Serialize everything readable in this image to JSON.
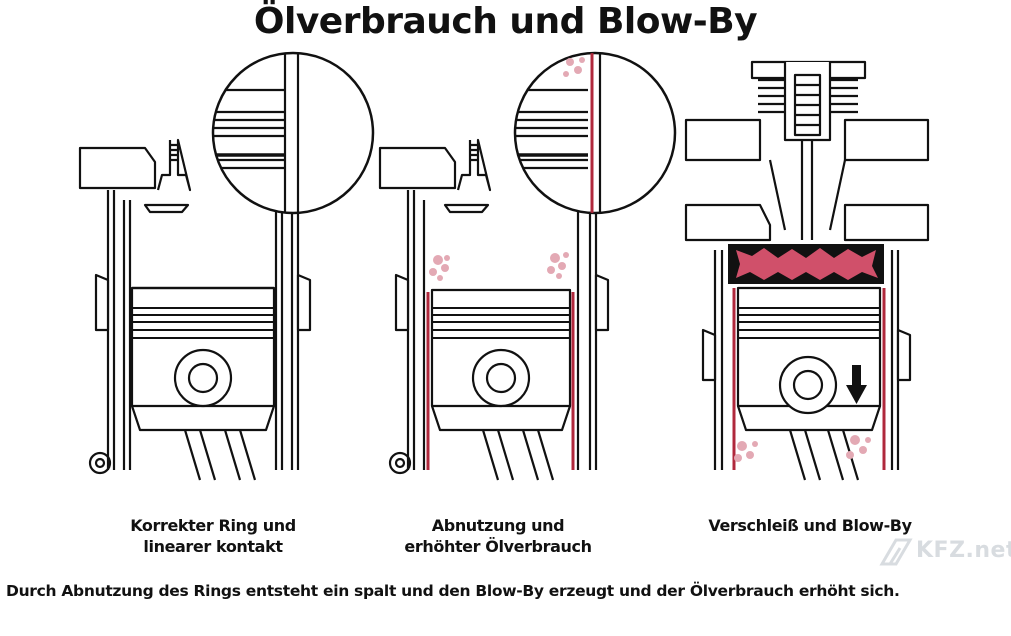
{
  "title": "Ölverbrauch und Blow-By",
  "panels": [
    {
      "label_line1": "Korrekter Ring und",
      "label_line2": "linearer kontakt"
    },
    {
      "label_line1": "Abnutzung und",
      "label_line2": "erhöhter Ölverbrauch"
    },
    {
      "label_line1": "Verschleiß und Blow-By",
      "label_line2": ""
    }
  ],
  "watermark": "KFZ.net",
  "caption": "Durch Abnutzung des Rings entsteht ein spalt und den Blow-By erzeugt und der Ölverbrauch erhöht sich.",
  "colors": {
    "line": "#111111",
    "wear_red": "#b0283c",
    "combustion_red": "#d0506a",
    "oil_mist": "#e3a9b4"
  }
}
